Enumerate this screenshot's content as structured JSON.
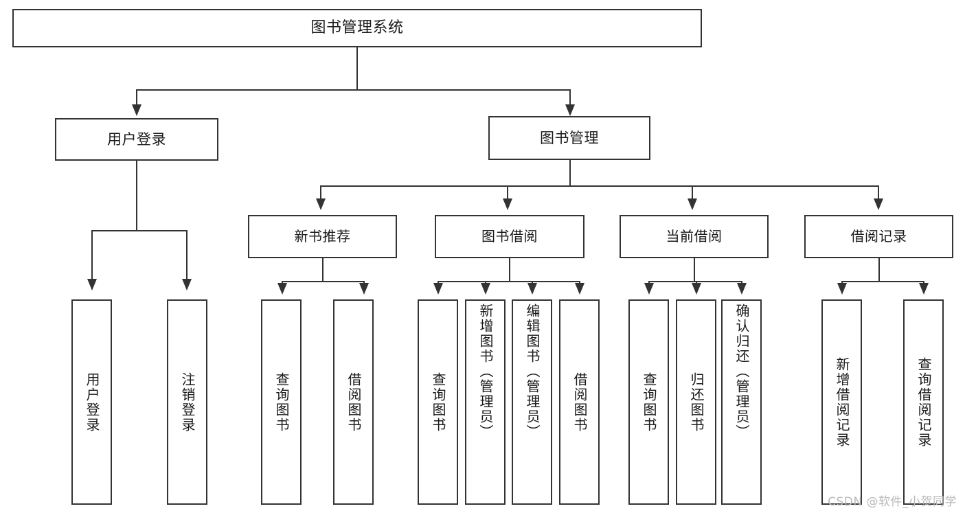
{
  "diagram": {
    "type": "tree",
    "title": "图书管理系统",
    "watermark": "CSDN @软件_小贺同学",
    "colors": {
      "stroke": "#333333",
      "text": "#1a1a1a",
      "background": "#ffffff",
      "watermark": "#b8b8b8"
    }
  },
  "nodes": {
    "root": {
      "label": "图书管理系统"
    },
    "level1": [
      {
        "id": "user-login",
        "label": "用户登录"
      },
      {
        "id": "book-manage",
        "label": "图书管理"
      }
    ],
    "level2": [
      {
        "id": "new-book-rec",
        "label": "新书推荐"
      },
      {
        "id": "book-borrow",
        "label": "图书借阅"
      },
      {
        "id": "current-borrow",
        "label": "当前借阅"
      },
      {
        "id": "borrow-record",
        "label": "借阅记录"
      }
    ],
    "leaves": {
      "user_login": [
        {
          "id": "leaf-user-login",
          "label": "用户登录"
        },
        {
          "id": "leaf-logout-login",
          "label": "注销登录"
        }
      ],
      "new_book_rec": [
        {
          "id": "leaf-query-book-1",
          "label": "查询图书"
        },
        {
          "id": "leaf-borrow-book-1",
          "label": "借阅图书"
        }
      ],
      "book_borrow": [
        {
          "id": "leaf-query-book-2",
          "label": "查询图书"
        },
        {
          "id": "leaf-add-book",
          "label": "新增图书（管理员）"
        },
        {
          "id": "leaf-edit-book",
          "label": "编辑图书（管理员）"
        },
        {
          "id": "leaf-borrow-book-2",
          "label": "借阅图书"
        }
      ],
      "current_borrow": [
        {
          "id": "leaf-query-book-3",
          "label": "查询图书"
        },
        {
          "id": "leaf-return-book",
          "label": "归还图书"
        },
        {
          "id": "leaf-confirm-return",
          "label": "确认归还（管理员）"
        }
      ],
      "borrow_record": [
        {
          "id": "leaf-add-record",
          "label": "新增借阅记录"
        },
        {
          "id": "leaf-query-record",
          "label": "查询借阅记录"
        }
      ]
    }
  }
}
